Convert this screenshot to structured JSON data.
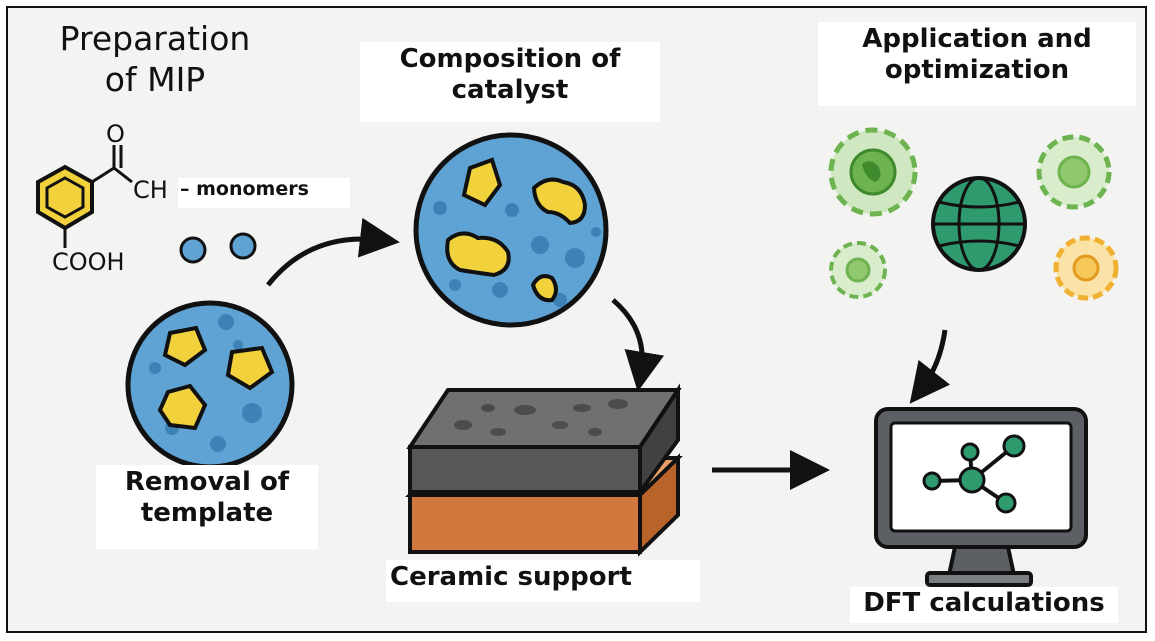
{
  "labels": {
    "preparation": "Preparation of MIP",
    "composition": "Composition of catalyst",
    "application": "Application and optimization",
    "removal": "Removal of template",
    "ceramic": "Ceramic support",
    "dft": "DFT calculations"
  },
  "chemistry": {
    "carbonyl_o": "O",
    "ch": "CH",
    "monomers": "– monomers",
    "cooh": "COOH"
  },
  "colors": {
    "background": "#f3f3f2",
    "particle_blue": "#5fa3d4",
    "template_yellow": "#f2d23c",
    "slab_gray": "#5a5c5e",
    "ceramic_orange": "#d0783e",
    "green": "#6db34f",
    "globe_green": "#2f9a6e",
    "orange_ring": "#f0b030",
    "monitor_gray": "#5c6064"
  },
  "icons": [
    "benzene-ring-icon",
    "particle-icon",
    "globe-icon",
    "virus-icon",
    "molecule-network-icon",
    "monitor-icon",
    "arrow-icon"
  ]
}
